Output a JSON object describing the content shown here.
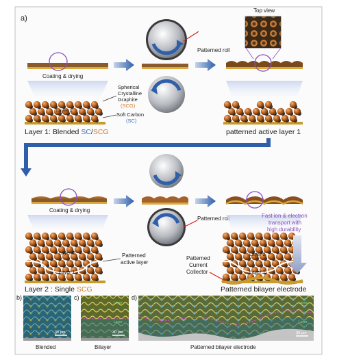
{
  "panel_labels": {
    "a": "a)",
    "b": "b)",
    "c": "c)",
    "d": "d)"
  },
  "top": {
    "top_view": "Top view",
    "patterned_roll": "Patterned roll",
    "coating_drying": "Coating & drying",
    "scg_line1": "Spherical",
    "scg_line2": "Crystalline",
    "scg_line3": "Graphite",
    "scg_abbr": "(SCG)",
    "sc_line1": "Soft Carbon",
    "sc_abbr": "(SC)",
    "layer1_prefix": "Layer 1: Blended ",
    "layer1_sc": "SC",
    "layer1_slash": "/",
    "layer1_scg": "SCG",
    "layer1_label": "Layer 1",
    "patterned_layer1": "patterned active layer 1"
  },
  "middle": {
    "coating_drying": "Coating & drying",
    "patterned_roll": "Patterned roll",
    "fast_transport_1": "Fast ion & electron",
    "fast_transport_2": "transport with",
    "fast_transport_3": "high durability",
    "patterned_active_1": "Patterned",
    "patterned_active_2": "active layer",
    "patterned_cc_1": "Patterned",
    "patterned_cc_2": "Current",
    "patterned_cc_3": "Collector",
    "layer2_prefix": "Layer 2 : Single ",
    "layer2_scg": "SCG",
    "layer2_inner": "Layer 2",
    "layer1_inner": "Layer 1",
    "bilayer_electrode": "Patterned bilayer electrode"
  },
  "micro": {
    "b_caption": "Blended",
    "c_caption": "Bilayer",
    "d_caption": "Patterned bilayer electrode",
    "scale": "30 μm",
    "layer_a": "Layer",
    "layer_b": "Layer"
  },
  "colors": {
    "scg_orange": "#d07a2b",
    "sc_blue": "#3a6fc4",
    "purple": "#8a4fc0",
    "arrow_blue": "#2f5fa8",
    "collector": "#c99a2e"
  }
}
